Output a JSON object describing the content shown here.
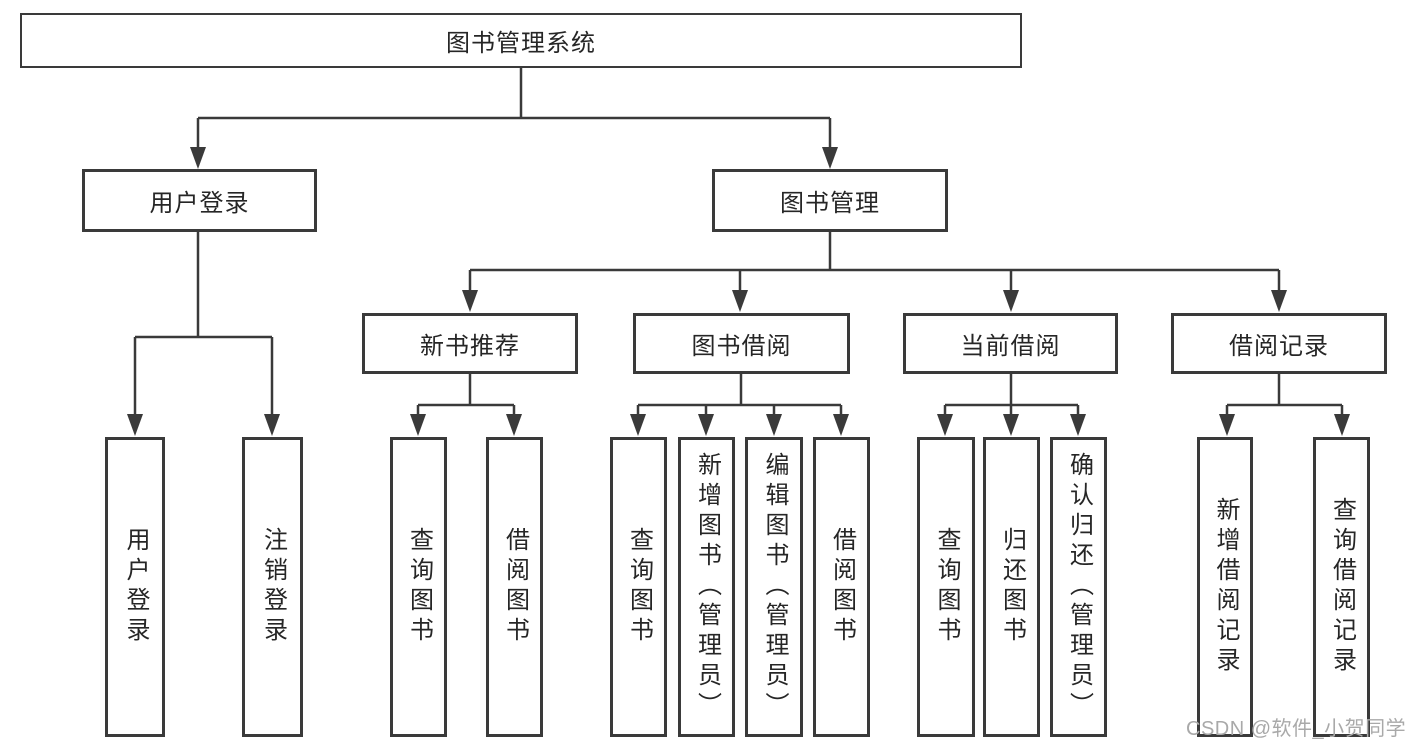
{
  "diagram": {
    "title": "图书管理系统",
    "watermark": "CSDN @软件_小贺同学",
    "colors": {
      "box_border": "#3a3a3a",
      "connector_line": "#3a3a3a",
      "text": "#262626",
      "background": "#ffffff",
      "watermark_text": "#a9a9a9"
    },
    "tree": {
      "label": "图书管理系统",
      "children": [
        {
          "label": "用户登录",
          "children": [
            {
              "label": "用户登录"
            },
            {
              "label": "注销登录"
            }
          ]
        },
        {
          "label": "图书管理",
          "children": [
            {
              "label": "新书推荐",
              "children": [
                {
                  "label": "查询图书"
                },
                {
                  "label": "借阅图书"
                }
              ]
            },
            {
              "label": "图书借阅",
              "children": [
                {
                  "label": "查询图书"
                },
                {
                  "label": "新增图书（管理员）"
                },
                {
                  "label": "编辑图书（管理员）"
                },
                {
                  "label": "借阅图书"
                }
              ]
            },
            {
              "label": "当前借阅",
              "children": [
                {
                  "label": "查询图书"
                },
                {
                  "label": "归还图书"
                },
                {
                  "label": "确认归还（管理员）"
                }
              ]
            },
            {
              "label": "借阅记录",
              "children": [
                {
                  "label": "新增借阅记录"
                },
                {
                  "label": "查询借阅记录"
                }
              ]
            }
          ]
        }
      ]
    }
  }
}
